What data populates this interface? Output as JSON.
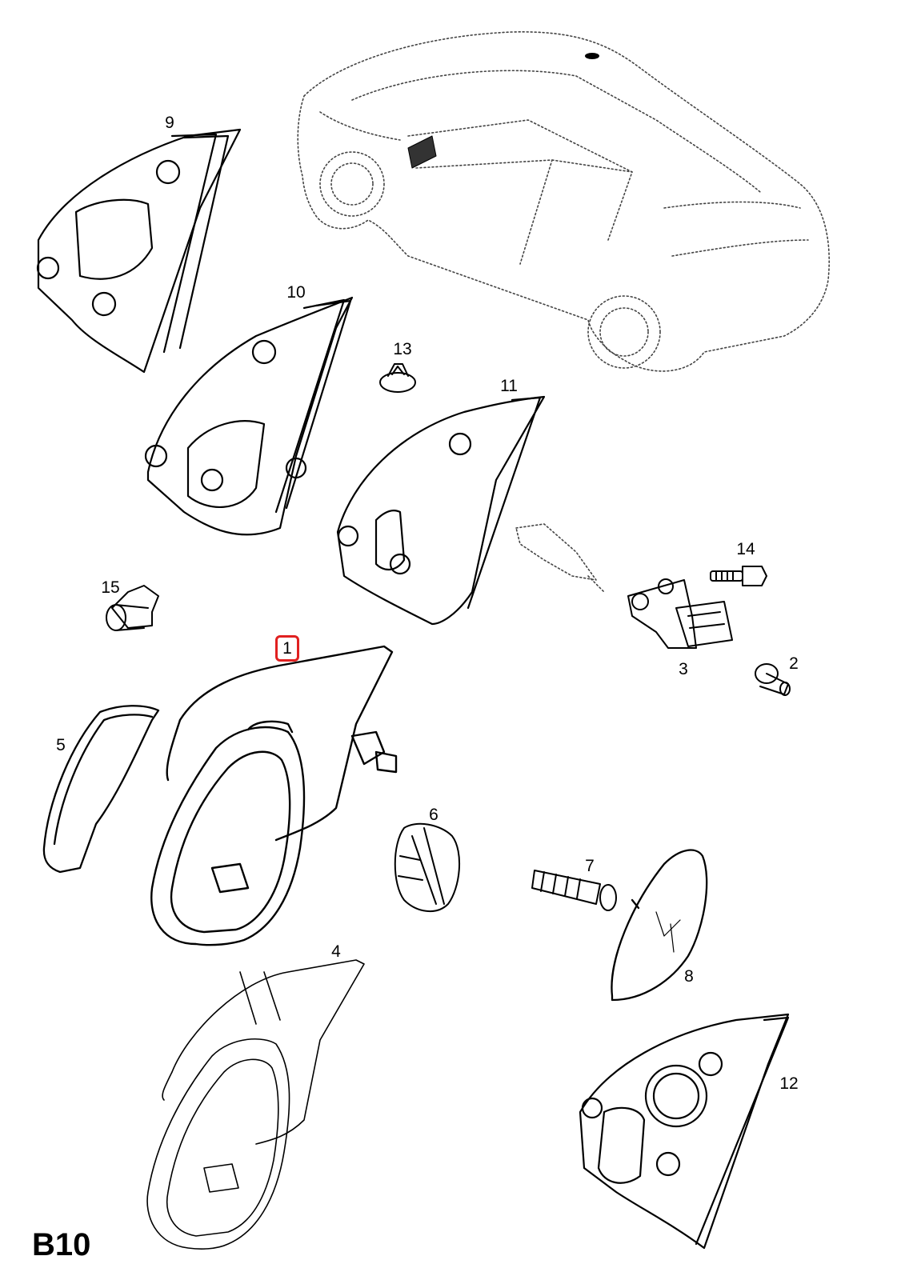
{
  "diagram": {
    "page_code": "B10",
    "highlight_color": "#e02020",
    "callouts": {
      "p1": "1",
      "p2": "2",
      "p3": "3",
      "p4": "4",
      "p5": "5",
      "p6": "6",
      "p7": "7",
      "p8": "8",
      "p9": "9",
      "p10": "10",
      "p11": "11",
      "p12": "12",
      "p13": "13",
      "p14": "14",
      "p15": "15"
    },
    "highlighted_part": "1"
  }
}
